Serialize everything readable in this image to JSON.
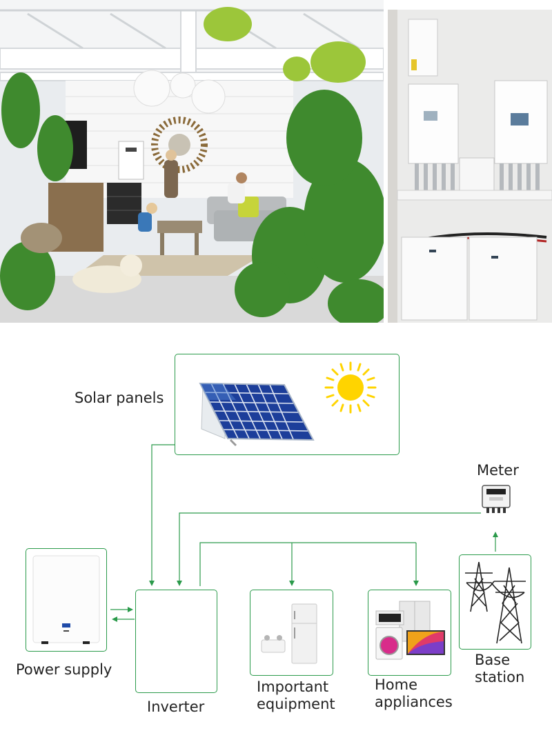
{
  "photos": {
    "left_icon": "living-room-photo",
    "right_icon": "installed-system-photo"
  },
  "diagram": {
    "nodes": {
      "solar_panels": "Solar panels",
      "meter": "Meter",
      "power_supply": "Power supply",
      "inverter": "Inverter",
      "important_equipment": "Important\nequipment",
      "home_appliances": "Home\nappliances",
      "base_station": "Base\nstation"
    },
    "line_color": "#2a9a4a",
    "icons": [
      "solar-panel-icon",
      "sun-icon",
      "meter-icon",
      "battery-icon",
      "refrigerator-icon",
      "appliances-icon",
      "power-tower-icon"
    ]
  }
}
